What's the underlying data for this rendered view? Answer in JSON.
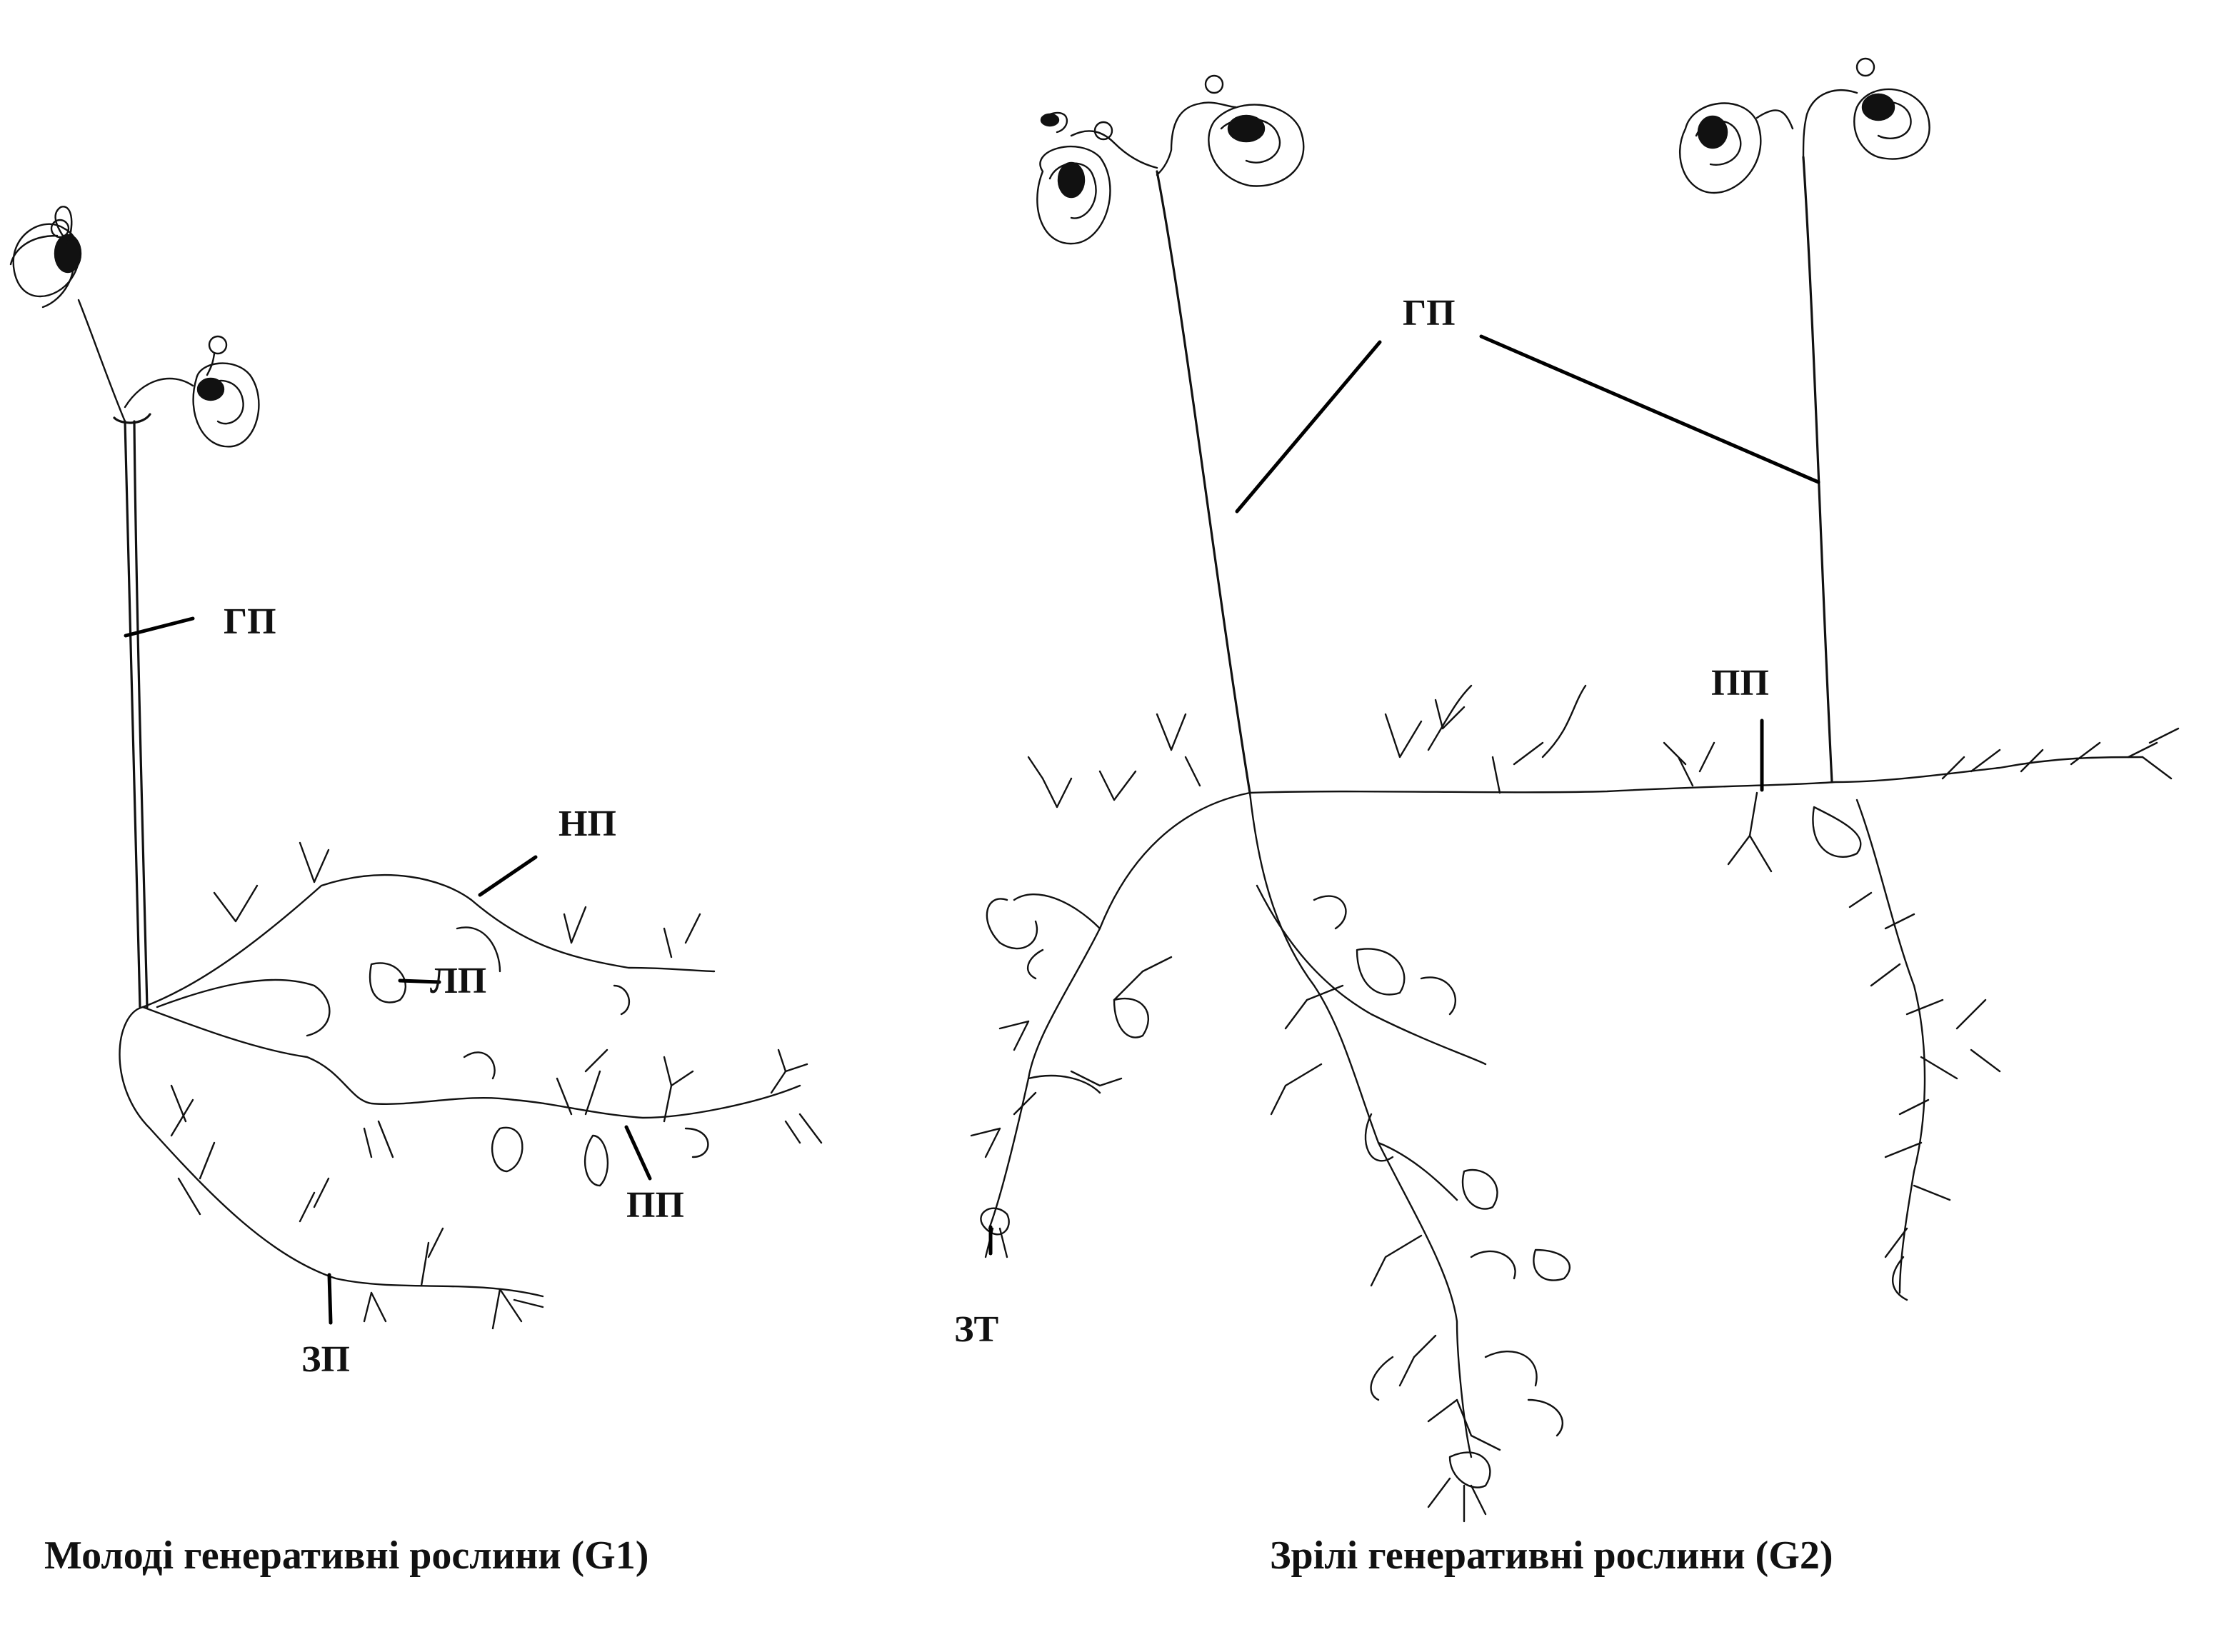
{
  "panels": [
    {
      "caption": "Молоді генеративні рослини (G1)",
      "labels": {
        "gp": "ГП",
        "np": "НП",
        "lp": "ЛП",
        "pp": "ПП",
        "zp": "ЗП"
      }
    },
    {
      "caption": "Зрілі генеративні рослини (G2)",
      "labels": {
        "gp": "ГП",
        "pp": "ПП",
        "zt": "ЗТ"
      }
    }
  ],
  "style": {
    "ink": "#111111",
    "paper": "#ffffff"
  }
}
